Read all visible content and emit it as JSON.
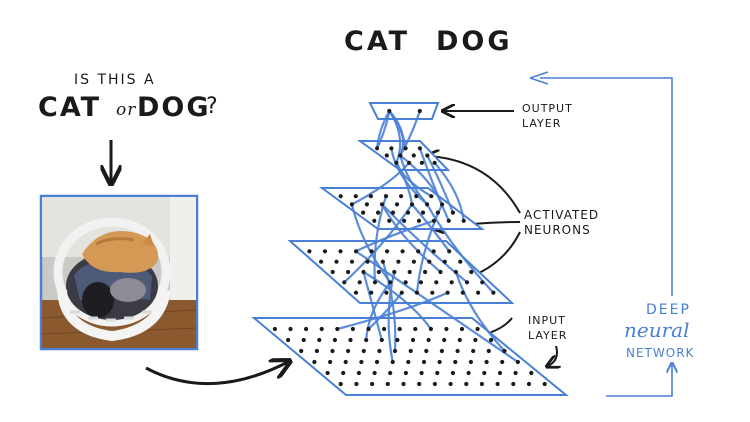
{
  "header": {
    "cat": "CAT",
    "dog": "DOG"
  },
  "question": {
    "line1": "IS THIS A",
    "cat": "CAT",
    "or": "or",
    "dog": "DOG",
    "mark": "?"
  },
  "labels": {
    "output": [
      "OUTPUT",
      "LAYER"
    ],
    "activated": [
      "ACTIVATED",
      "NEURONS"
    ],
    "input": [
      "INPUT",
      "LAYER"
    ]
  },
  "network_title": {
    "line1": "DEEP",
    "line2": "neural",
    "line3": "NETWORK"
  },
  "photo": {
    "subject": "cat-in-laundry-basket"
  },
  "colors": {
    "blue": "#4a7fd6",
    "ink": "#1a1a1a"
  }
}
